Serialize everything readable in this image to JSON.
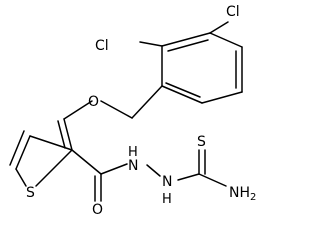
{
  "atoms": {
    "cl_top": "Cl",
    "cl_left": "Cl",
    "o_ether": "O",
    "s_ring": "S",
    "o_carbonyl": "O",
    "nh_1": "H",
    "n_1": "N",
    "nh_2": "N",
    "h_2": "H",
    "s_thione": "S",
    "nh2": "NH",
    "nh2_sub": "2"
  }
}
